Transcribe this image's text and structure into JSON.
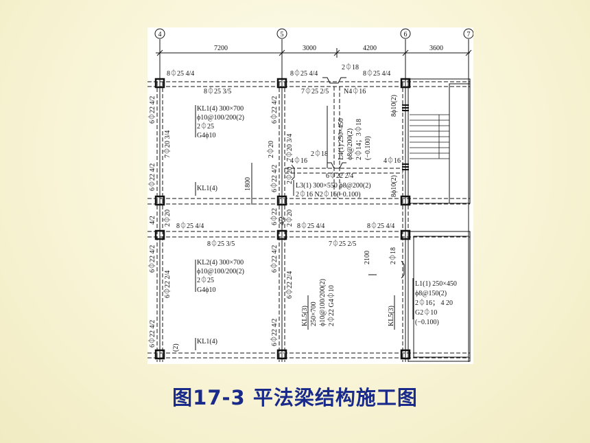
{
  "caption": "图17-3  平法梁结构施工图",
  "axes": [
    "4",
    "5",
    "6",
    "7"
  ],
  "dimensions": [
    "7200",
    "3000",
    "4200",
    "3600",
    "1800",
    "2100"
  ],
  "annotations": {
    "row1_top": [
      "8⏀25  4/4",
      "8⏀25  4/4",
      "8⏀25  4/4",
      "2⏀18"
    ],
    "kl1_span": [
      "8⏀25  3/5",
      "KL1(4)  300×700",
      "ϕ10@100/200(2)",
      "2⏀25",
      "G4ϕ10"
    ],
    "kl1_mid": [
      "7⏀25  2/5",
      "N4⏀16"
    ],
    "kl1_small": "KL1(4)",
    "l4_block": [
      "L4(1)  250×450",
      "ϕ8@200(2)",
      "2⏀14；3⏀18",
      "(−0.100)"
    ],
    "l3_block": [
      "6⏀22  2/4",
      "L3(1)  300×550  ϕ8@200(2)",
      "2⏀16  N2⏀16(−0.100)"
    ],
    "small_bars": [
      "2⏀18",
      "4⏀16",
      "4⏀16",
      "2⏀20",
      "8ϕ10(2)",
      "8ϕ10(2)"
    ],
    "left_vert": [
      "6⏀22  4/2",
      "7⏀20  3/4",
      "6⏀22  4/2",
      "4/2",
      "2⏀20",
      "6⏀22  4/2",
      "6⏀22  2/4",
      "6⏀22  4/2",
      "(2)"
    ],
    "mid_vert": [
      "6⏀22  4/2",
      "7⏀20  3/4",
      "2⏀20",
      "6⏀22  4/2",
      "6⏀22",
      "4/2",
      "2⏀20",
      "6⏀22  4/2",
      "6⏀22  2/4",
      "6⏀22  4/2"
    ],
    "row2_top": [
      "8⏀25  4/4",
      "8⏀25  4/4",
      "8⏀25  4/4"
    ],
    "kl2_span": [
      "8⏀25  3/5",
      "KL2(4)  300×700",
      "ϕ10@100/200(2)",
      "2⏀25",
      "G4ϕ10"
    ],
    "kl2_mid": "7⏀25  2/5",
    "kl2_small": "KL1(4)",
    "kl5_block": [
      "KL5(3)",
      "250×700",
      "ϕ10@100/200(2)",
      "2⏀22  G4⏀10"
    ],
    "kl5_right": "KL5(3)",
    "l1_block": [
      "L1(1)  250×450",
      "ϕ8@150(2)",
      "2⏀16；  4  20",
      "G2⏀10",
      "(−0.100)"
    ],
    "right_small": "2⏀18"
  }
}
